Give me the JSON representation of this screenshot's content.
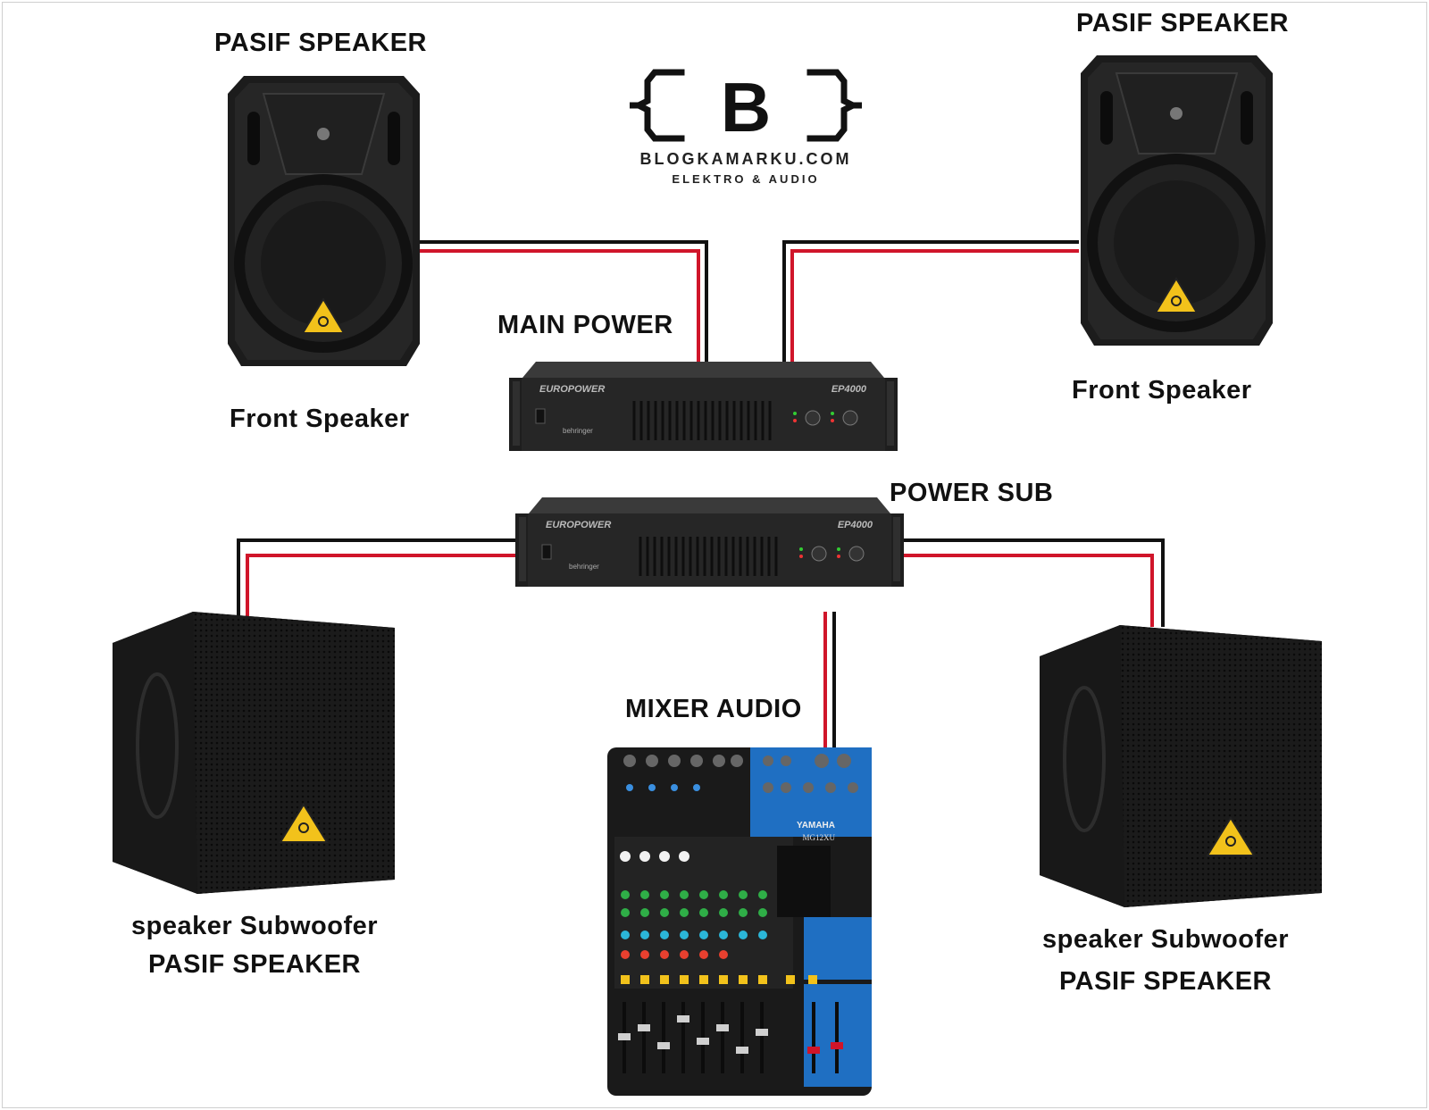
{
  "logo": {
    "mark": "B",
    "site": "BLOGKAMARKU.COM",
    "tagline": "ELEKTRO & AUDIO"
  },
  "labels": {
    "pasif_left": "PASIF SPEAKER",
    "pasif_right": "PASIF SPEAKER",
    "front_left": "Front Speaker",
    "front_right": "Front Speaker",
    "main_power": "MAIN POWER",
    "power_sub": "POWER SUB",
    "mixer_audio": "MIXER AUDIO",
    "sub_left_line1": "speaker Subwoofer",
    "sub_left_line2": "PASIF SPEAKER",
    "sub_right_line1": "speaker Subwoofer",
    "sub_right_line2": "PASIF SPEAKER"
  },
  "amplifier": {
    "brand": "EUROPOWER",
    "model": "EP4000",
    "maker": "behringer"
  },
  "mixer": {
    "brand": "YAMAHA",
    "model": "MG12XU"
  },
  "colors": {
    "wire_red": "#d0152a",
    "wire_black": "#111111",
    "device": "#1e1e1e",
    "badge": "#f2c21b",
    "mixer_blue": "#1f6fc2"
  },
  "icons": [
    "behringer-badge-icon",
    "logo-bracket-icon"
  ]
}
